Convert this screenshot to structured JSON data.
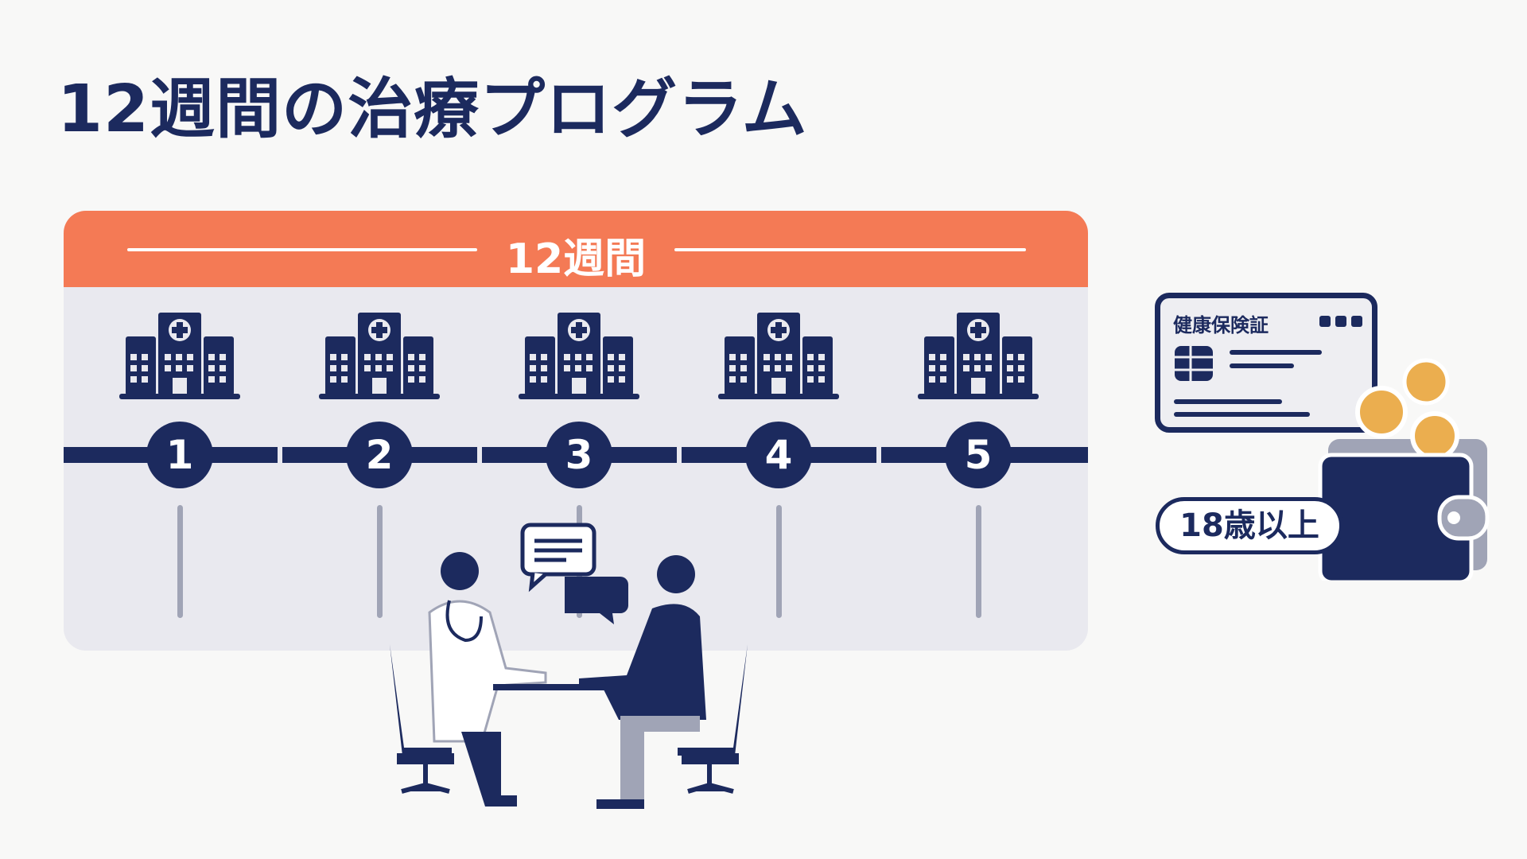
{
  "title": "12週間の治療プログラム",
  "program": {
    "duration_label": "12週間",
    "steps": [
      "1",
      "2",
      "3",
      "4",
      "5"
    ]
  },
  "eligibility": {
    "card_label": "健康保険証",
    "age_badge": "18歳以上"
  },
  "colors": {
    "navy": "#1C2A5E",
    "orange": "#F47A55",
    "panel": "#E9E9EF",
    "gold": "#EBAE4F"
  }
}
